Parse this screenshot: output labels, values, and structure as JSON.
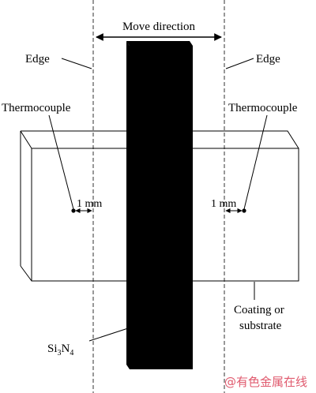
{
  "labels": {
    "move_direction": "Move direction",
    "edge_left": "Edge",
    "edge_right": "Edge",
    "thermocouple_left": "Thermocouple",
    "thermocouple_right": "Thermocouple",
    "distance_left": "1 mm",
    "distance_right": "1 mm",
    "coating_line1": "Coating or",
    "coating_line2": "substrate",
    "si3n4_base": "Si",
    "si3n4_sub1": "3",
    "si3n4_mid": "N",
    "si3n4_sub2": "4"
  },
  "watermark": "@有色金属在线",
  "colors": {
    "bar": "#000000",
    "watermark": "#e05a6e"
  }
}
